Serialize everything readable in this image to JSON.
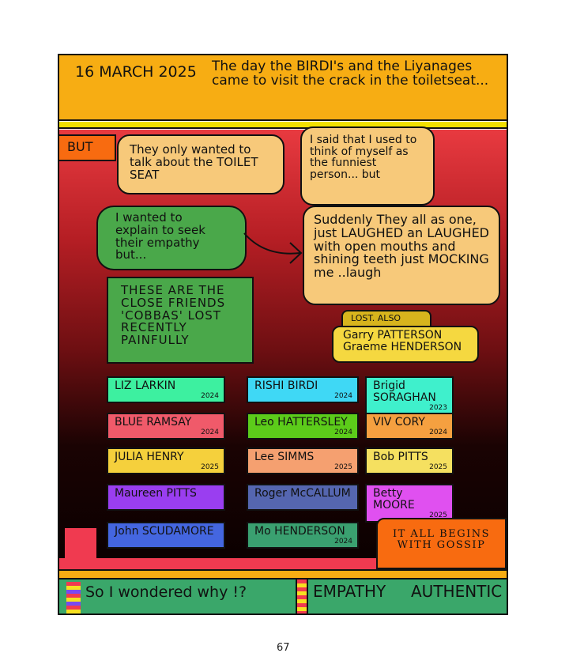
{
  "header": {
    "date": "16 MARCH 2025",
    "headline": "The day the BIRDI's and the Liyanages came to visit the crack in the toiletseat..."
  },
  "panel": {
    "but_label": "BUT",
    "bubble1": "They only wanted to talk about the TOILET SEAT",
    "bubble2": "I said that I used to think of myself as the funniest person... but",
    "green_bubble": "I wanted to explain to seek their empathy but...",
    "bubble3": "Suddenly They all as one, just LAUGHED an LAUGHED with open mouths and shining teeth just MOCKING me ..laugh",
    "friends_box": "THESE ARE THE CLOSE FRIENDS 'COBBAS' LOST RECENTLY PAINFULLY",
    "lost_also_label": "LOST. ALSO",
    "lost_also_names": [
      "Garry PATTERSON",
      "Graeme HENDERSON"
    ],
    "gossip_box": "IT ALL BEGINS WITH GOSSIP"
  },
  "names": [
    {
      "name": "LIZ LARKIN",
      "year": "2024",
      "color": "#3df0a0"
    },
    {
      "name": "RISHI BIRDI",
      "year": "2024",
      "color": "#3fd8f5"
    },
    {
      "name": "Brigid SORAGHAN",
      "year": "2023",
      "color": "#3ff0cc"
    },
    {
      "name": "BLUE RAMSAY",
      "year": "2024",
      "color": "#f05a6a"
    },
    {
      "name": "Leo HATTERSLEY",
      "year": "2024",
      "color": "#5ccc1a"
    },
    {
      "name": "VIV CORY",
      "year": "2024",
      "color": "#f5a040"
    },
    {
      "name": "JULIA HENRY",
      "year": "2025",
      "color": "#f5d03c"
    },
    {
      "name": "Lee SIMMS",
      "year": "2025",
      "color": "#f5a070"
    },
    {
      "name": "Bob PITTS",
      "year": "2025",
      "color": "#f5e060"
    },
    {
      "name": "Maureen PITTS",
      "year": "",
      "color": "#9a3ef0"
    },
    {
      "name": "Roger McCALLUM",
      "year": "",
      "color": "#5566b0"
    },
    {
      "name": "Betty MOORE",
      "year": "2025",
      "color": "#e050f0"
    },
    {
      "name": "John SCUDAMORE",
      "year": "",
      "color": "#4466e0"
    },
    {
      "name": "Mo HENDERSON",
      "year": "2024",
      "color": "#3aa070"
    }
  ],
  "footer": {
    "left": "So I wondered why !?",
    "right_1": "EMPATHY",
    "right_2": "AUTHENTIC"
  },
  "page_number": "67"
}
